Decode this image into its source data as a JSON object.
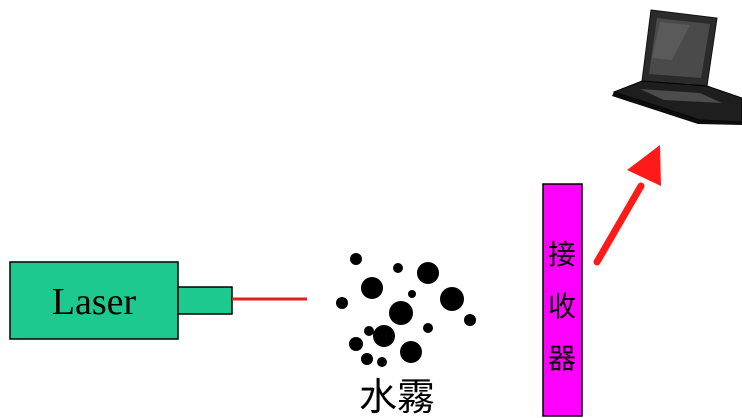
{
  "laser": {
    "label": "Laser",
    "color": "#1dc98e"
  },
  "beam": {
    "color": "#e0201e"
  },
  "mist": {
    "label": "水霧"
  },
  "receiver": {
    "chars": [
      "接",
      "收",
      "器"
    ],
    "color": "#ff00ff"
  },
  "arrow": {
    "color": "#ff1a1a"
  },
  "computer": {
    "icon": "laptop-icon"
  }
}
